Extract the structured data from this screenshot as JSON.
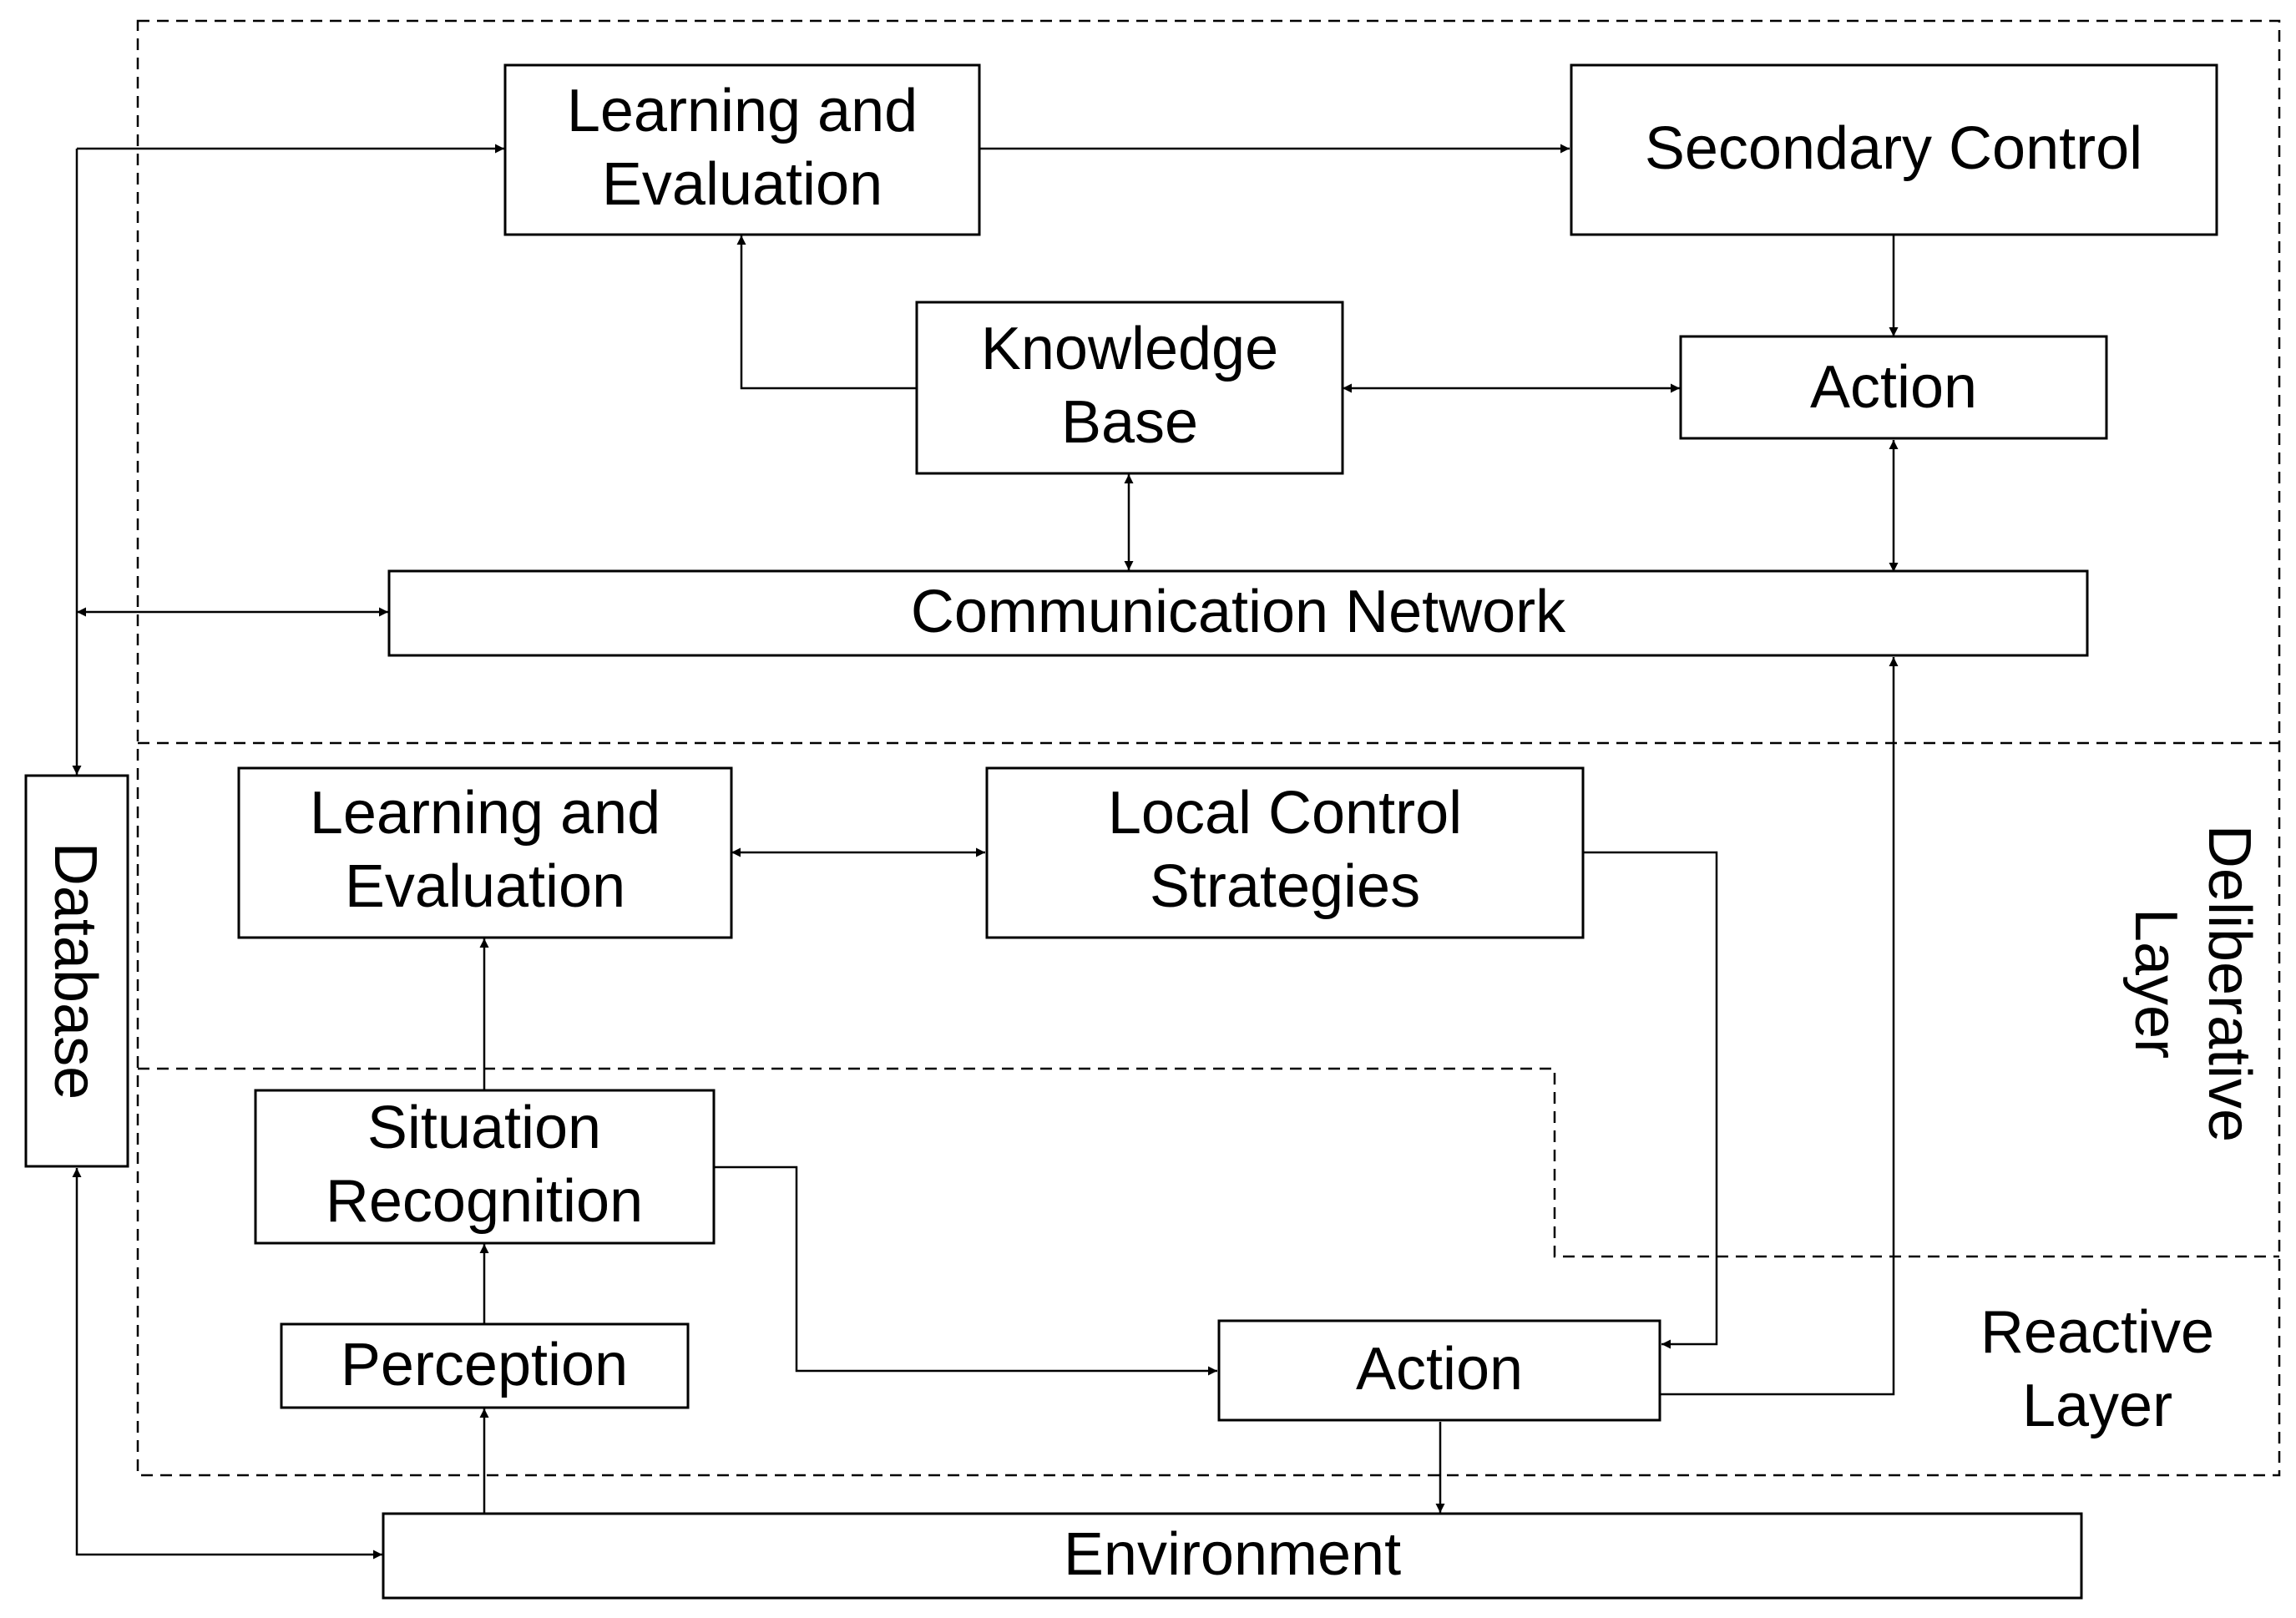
{
  "top": {
    "learning": [
      "Learning and",
      "Evaluation"
    ],
    "secondary_control": "Secondary Control",
    "knowledge_base": [
      "Knowledge",
      "Base"
    ],
    "action": "Action",
    "communication_network": "Communication Network"
  },
  "middle": {
    "learning": [
      "Learning and",
      "Evaluation"
    ],
    "local_control": [
      "Local Control",
      "Strategies"
    ]
  },
  "bottom": {
    "situation": [
      "Situation",
      "Recognition"
    ],
    "perception": "Perception",
    "action": "Action",
    "environment": "Environment"
  },
  "database": "Database",
  "deliberative_layer": [
    "Deliberative",
    "Layer"
  ],
  "reactive_layer": [
    "Reactive",
    "Layer"
  ]
}
